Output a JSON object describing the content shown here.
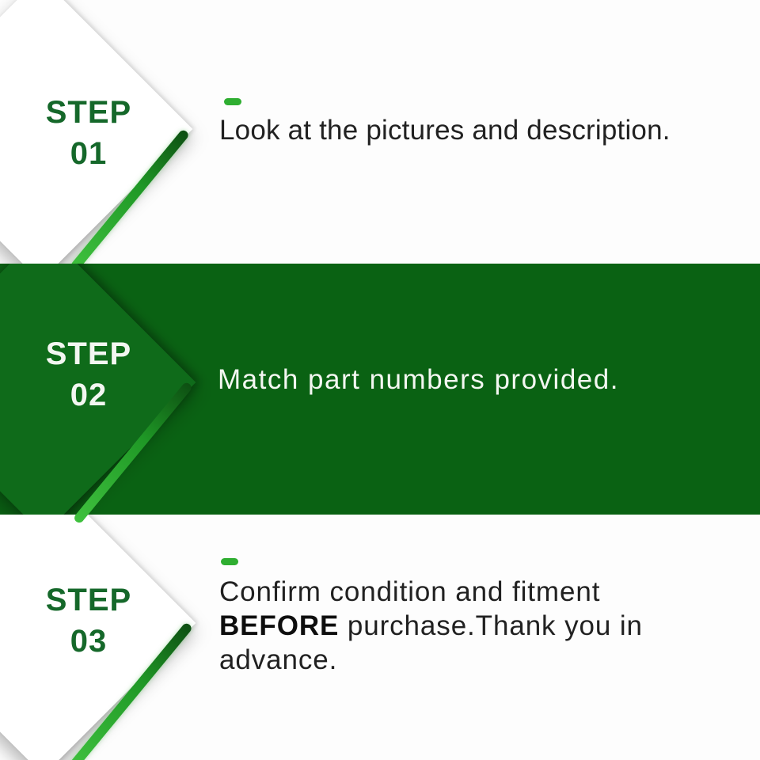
{
  "colors": {
    "bg": "#fdfdfd",
    "band-green": "#0a6213",
    "band-diamond-green": "#0f6b1a",
    "heading-green": "#15682a",
    "accent-green": "#2fae31",
    "line-grad-start": "#0d4f12",
    "line-grad-mid": "#1f9826",
    "line-grad-end": "#3fc13e",
    "body-text": "#212121",
    "band-text": "#f3f7f1"
  },
  "steps": [
    {
      "label": "STEP",
      "number": "01",
      "text": "Look at the pictures and description."
    },
    {
      "label": "STEP",
      "number": "02",
      "text": "Match part numbers provided."
    },
    {
      "label": "STEP",
      "number": "03",
      "text_pre": "Confirm condition and fitment ",
      "text_bold": "BEFORE",
      "text_post": " purchase.Thank you in advance."
    }
  ]
}
